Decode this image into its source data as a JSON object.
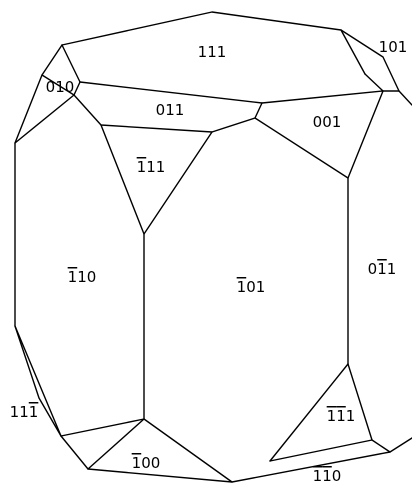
{
  "diagram": {
    "kind": "crystal-morphology",
    "stroke_color": "#000000",
    "background_color": "#ffffff",
    "faces": [
      {
        "id": "f111",
        "label": "111",
        "overbars": []
      },
      {
        "id": "f101",
        "label": "101",
        "overbars": []
      },
      {
        "id": "f010",
        "label": "010",
        "overbars": []
      },
      {
        "id": "f011",
        "label": "011",
        "overbars": []
      },
      {
        "id": "f001",
        "label": "001",
        "overbars": []
      },
      {
        "id": "fm111",
        "label": "111",
        "overbars": [
          0
        ]
      },
      {
        "id": "fm110",
        "label": "110",
        "overbars": [
          0
        ]
      },
      {
        "id": "fm101",
        "label": "101",
        "overbars": [
          0
        ]
      },
      {
        "id": "f0m11",
        "label": "011",
        "overbars": [
          1
        ]
      },
      {
        "id": "f11m1",
        "label": "111",
        "overbars": [
          2
        ]
      },
      {
        "id": "fm1m11",
        "label": "111",
        "overbars": [
          0,
          1
        ]
      },
      {
        "id": "fm100",
        "label": "100",
        "overbars": [
          0
        ]
      },
      {
        "id": "fm1m10",
        "label": "110",
        "overbars": [
          0,
          1
        ]
      }
    ]
  }
}
